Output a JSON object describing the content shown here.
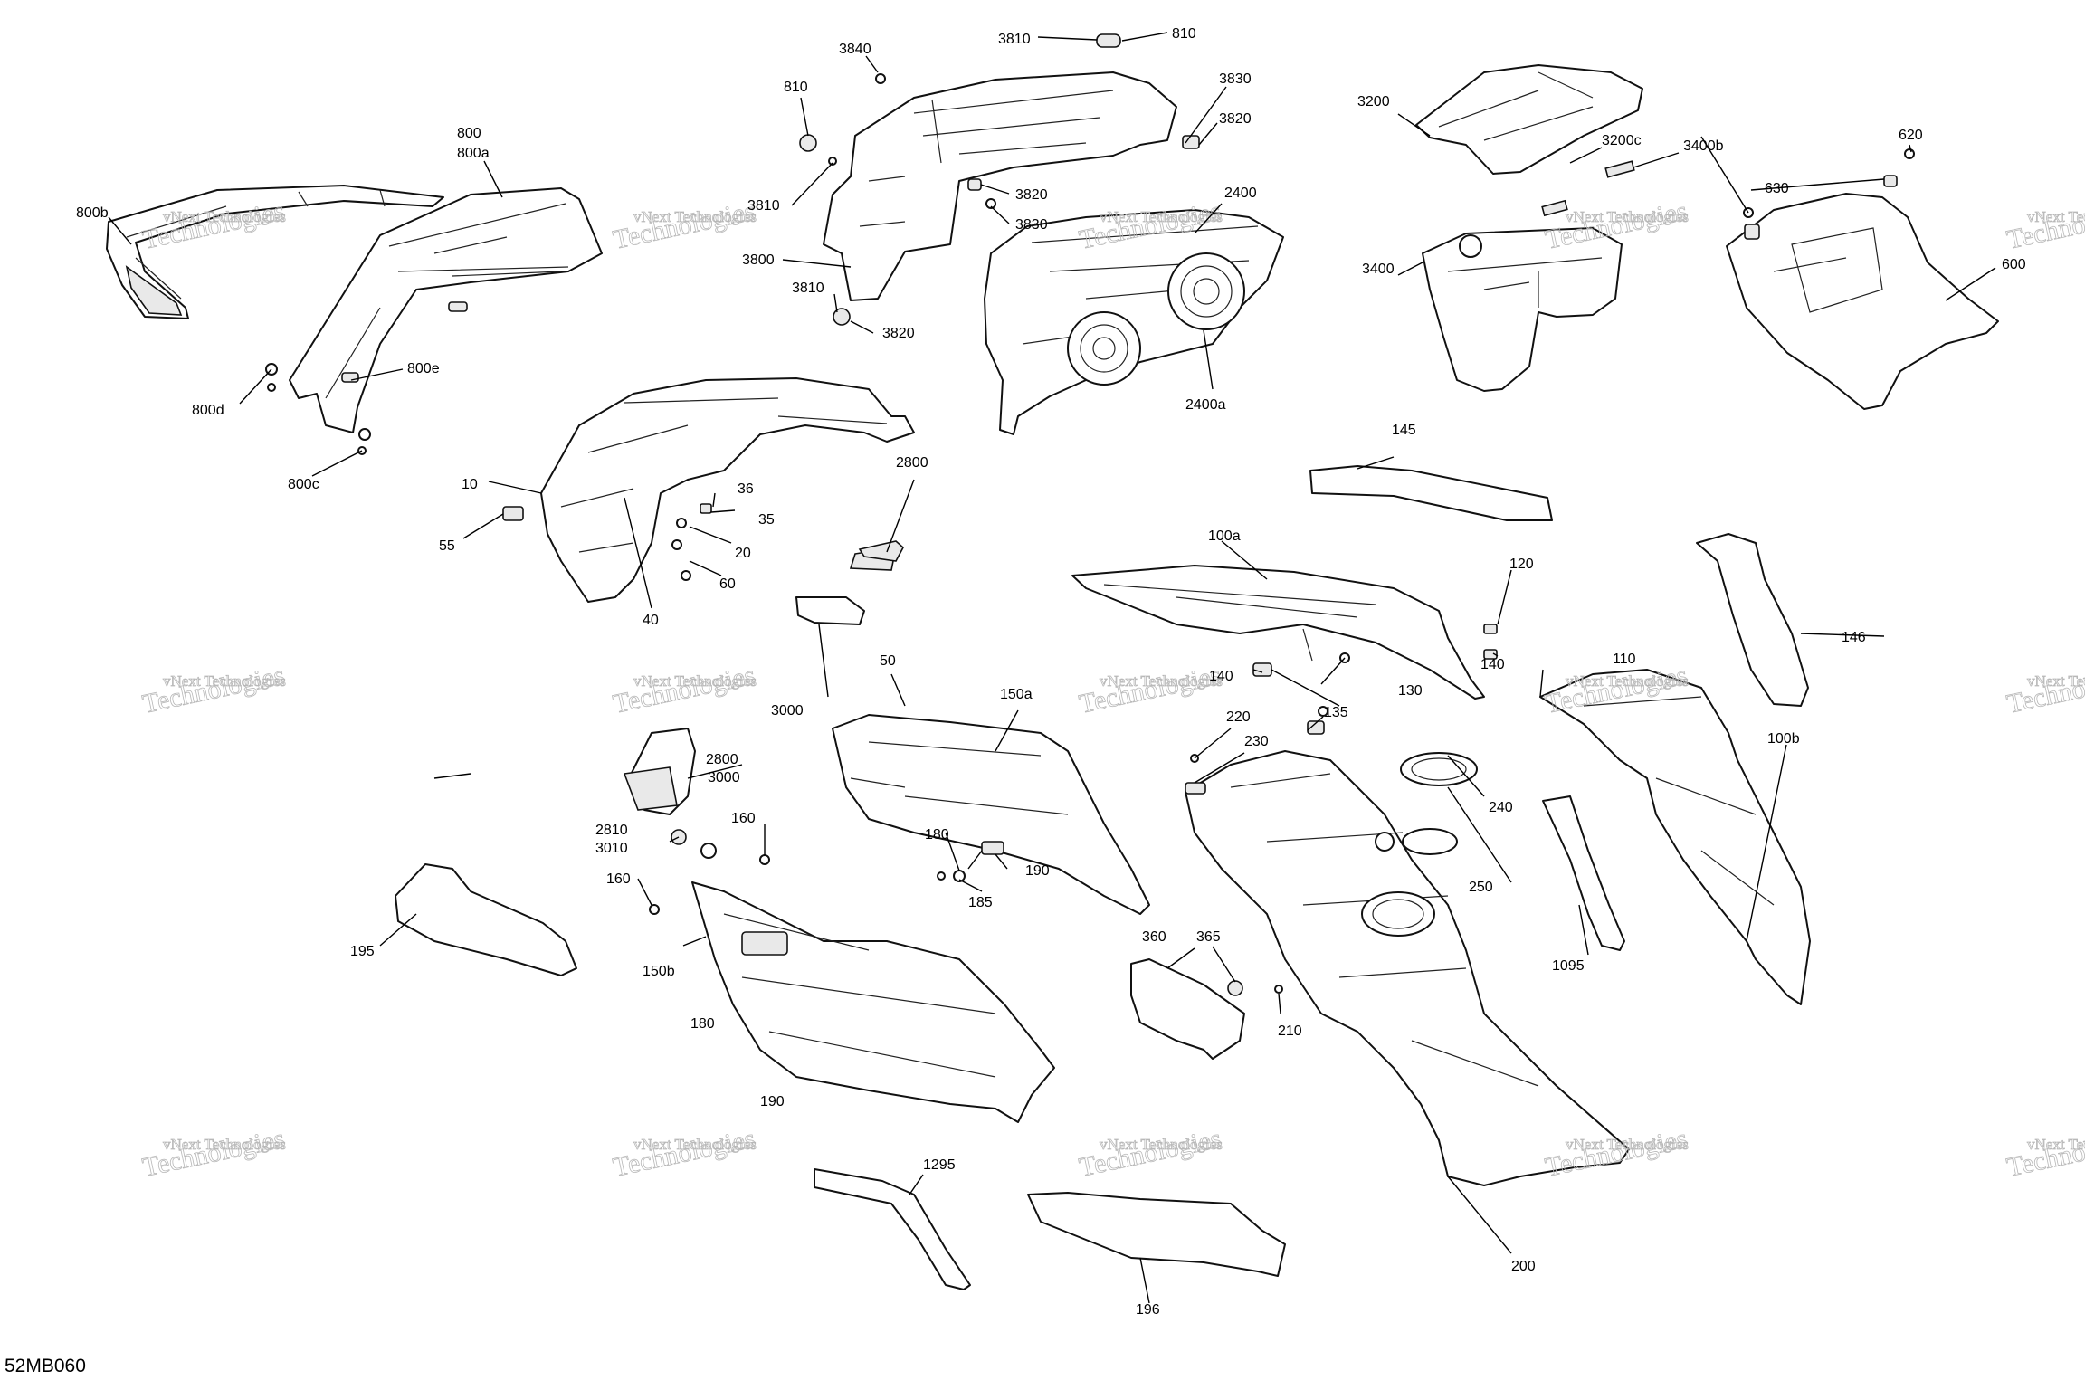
{
  "diagram_code": "52MB060",
  "watermark": {
    "line1": "vNext Technologies",
    "line2": "Technologies"
  },
  "callouts": {
    "c10": "10",
    "c20": "20",
    "c35": "35",
    "c36": "36",
    "c40": "40",
    "c50": "50",
    "c55": "55",
    "c60": "60",
    "c100a": "100a",
    "c100b": "100b",
    "c110": "110",
    "c120": "120",
    "c130": "130",
    "c135": "135",
    "c140a": "140",
    "c140b": "140",
    "c145": "145",
    "c146": "146",
    "c150a": "150a",
    "c150b": "150b",
    "c160a": "160",
    "c160b": "160",
    "c180a": "180",
    "c180b": "180",
    "c185": "185",
    "c190a": "190",
    "c190b": "190",
    "c195": "195",
    "c196": "196",
    "c200": "200",
    "c210": "210",
    "c220": "220",
    "c230": "230",
    "c240": "240",
    "c250": "250",
    "c360": "360",
    "c365": "365",
    "c600": "600",
    "c620": "620",
    "c630": "630",
    "c800": "800",
    "c800a": "800a",
    "c800b": "800b",
    "c800c": "800c",
    "c800d": "800d",
    "c800e": "800e",
    "c810a": "810",
    "c810b": "810",
    "c1095": "1095",
    "c1295": "1295",
    "c2400": "2400",
    "c2400a": "2400a",
    "c2800a": "2800",
    "c2800b": "2800",
    "c2810": "2810",
    "c3000a": "3000",
    "c3000b": "3000",
    "c3010": "3010",
    "c3200": "3200",
    "c3200c": "3200c",
    "c3400": "3400",
    "c3400b": "3400b",
    "c3800": "3800",
    "c3810a": "3810",
    "c3810b": "3810",
    "c3810c": "3810",
    "c3820a": "3820",
    "c3820b": "3820",
    "c3820c": "3820",
    "c3830a": "3830",
    "c3830b": "3830",
    "c3840": "3840"
  }
}
